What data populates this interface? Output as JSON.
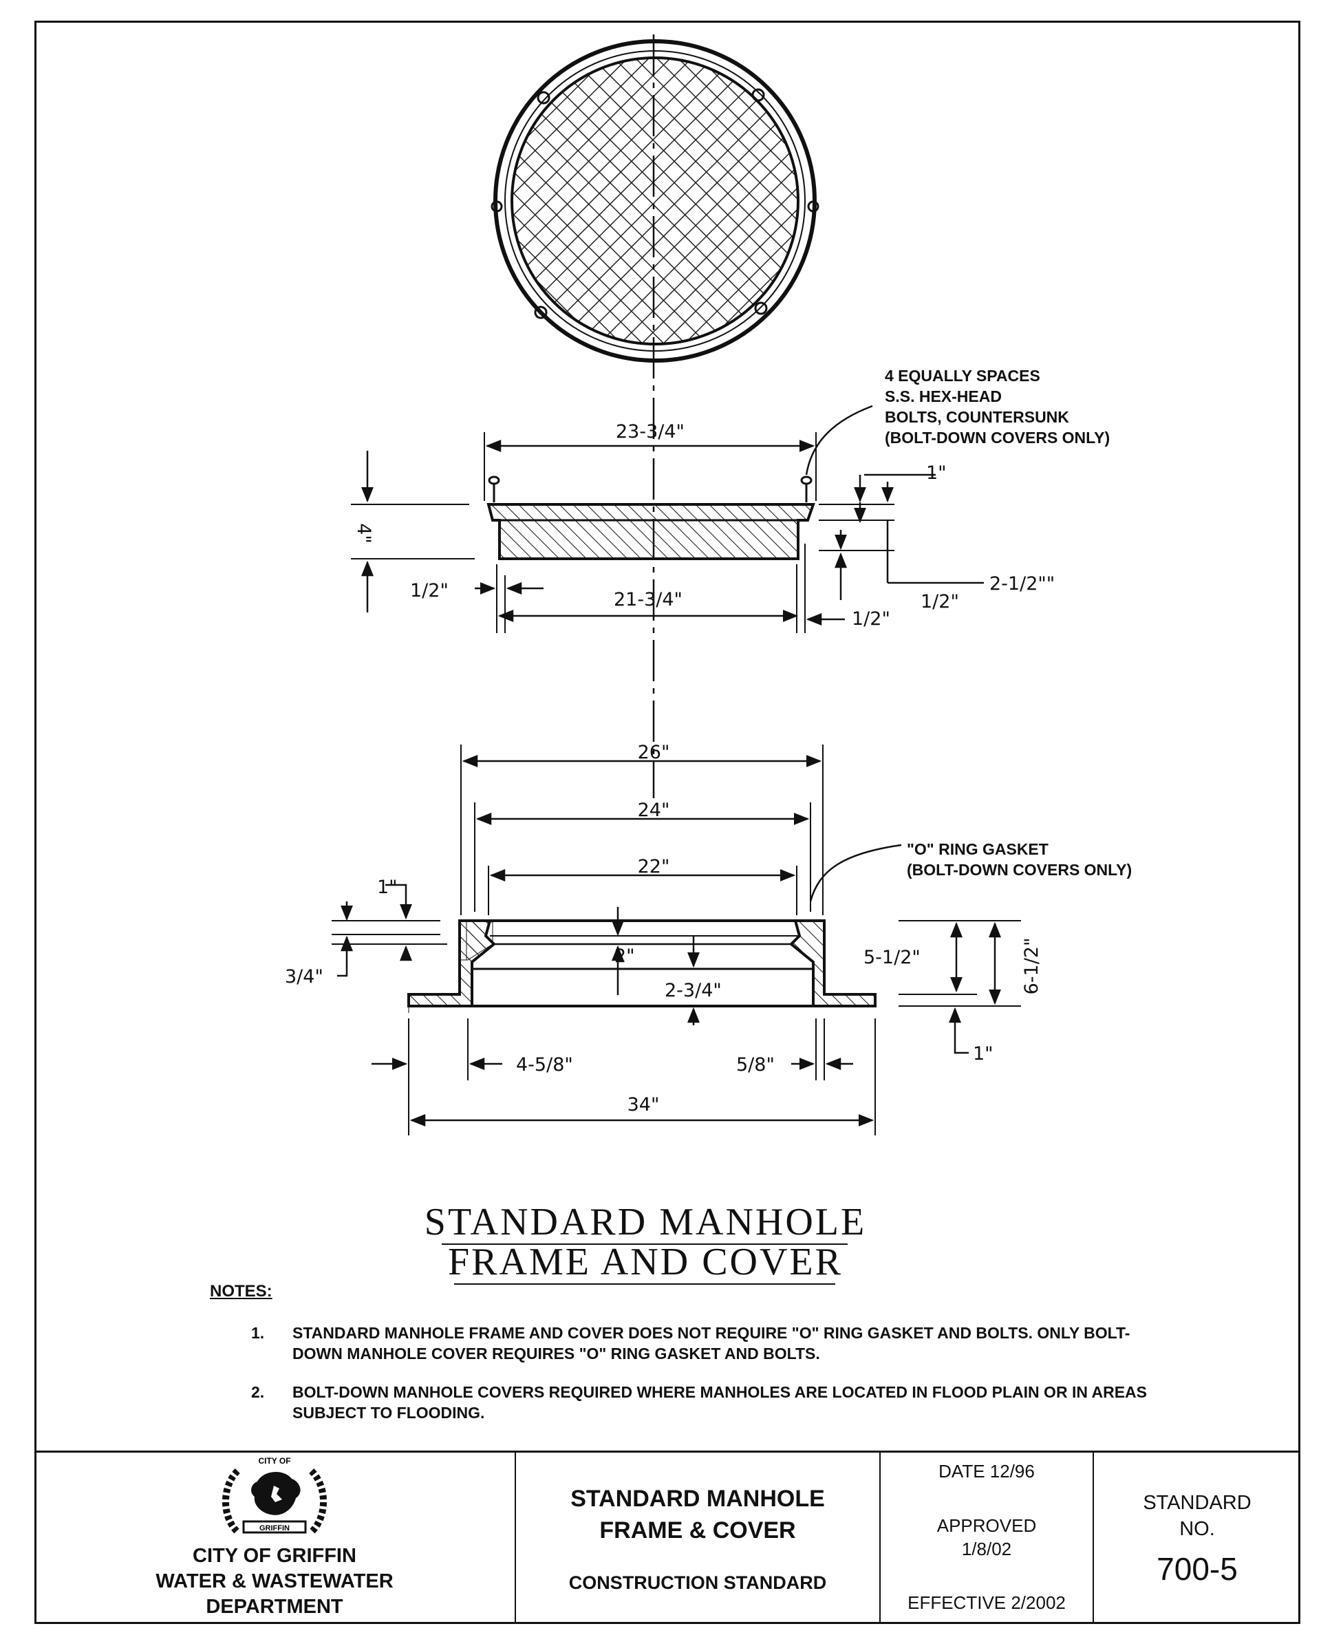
{
  "plan_view": {
    "callout_bolts": [
      "4 EQUALLY SPACES",
      "S.S. HEX-HEAD",
      "BOLTS, COUNTERSUNK",
      "(BOLT-DOWN COVERS ONLY)"
    ]
  },
  "cover_section": {
    "dim_top_width": "23-3/4\"",
    "dim_height": "4\"",
    "dim_bottom_width": "21-3/4\"",
    "dim_left_offset": "1/2\"",
    "dim_right_offset": "1/2\"",
    "dim_lip": "1\"",
    "dim_step": "1/2\"",
    "dim_depth": "2-1/2\"\""
  },
  "frame_section": {
    "callout_gasket": [
      "\"O\" RING GASKET",
      "(BOLT-DOWN COVERS ONLY)"
    ],
    "dim_outer": "26\"",
    "dim_mid": "24\"",
    "dim_inner": "22\"",
    "dim_lip": "1\"",
    "dim_ledge": "3/4\"",
    "dim_seat": "2\"",
    "dim_throat": "2-3/4\"",
    "dim_body_height": "5-1/2\"",
    "dim_total_height": "6-1/2\"",
    "dim_flange": "1\"",
    "dim_flange_left": "4-5/8\"",
    "dim_wall": "5/8\"",
    "dim_base": "34\""
  },
  "drawing_title": [
    "STANDARD MANHOLE",
    "FRAME AND COVER"
  ],
  "notes": {
    "heading": "NOTES:",
    "items": [
      {
        "num": "1.",
        "text": "STANDARD MANHOLE FRAME AND COVER DOES NOT REQUIRE \"O\" RING GASKET AND BOLTS. ONLY BOLT-DOWN MANHOLE COVER REQUIRES \"O\" RING GASKET AND BOLTS."
      },
      {
        "num": "2.",
        "text": "BOLT-DOWN MANHOLE COVERS REQUIRED WHERE MANHOLES ARE LOCATED IN FLOOD PLAIN OR IN AREAS SUBJECT TO FLOODING."
      }
    ]
  },
  "title_block": {
    "seal_top": "CITY OF",
    "seal_banner": "GRIFFIN",
    "dept_lines": [
      "CITY OF GRIFFIN",
      "WATER & WASTEWATER",
      "DEPARTMENT"
    ],
    "title_lines": [
      "STANDARD MANHOLE",
      "FRAME & COVER"
    ],
    "subtitle": "CONSTRUCTION STANDARD",
    "date": "DATE 12/96",
    "approved_label": "APPROVED",
    "approved_date": "1/8/02",
    "effective": "EFFECTIVE 2/2002",
    "standard_label_1": "STANDARD",
    "standard_label_2": "NO.",
    "standard_no": "700-5"
  }
}
